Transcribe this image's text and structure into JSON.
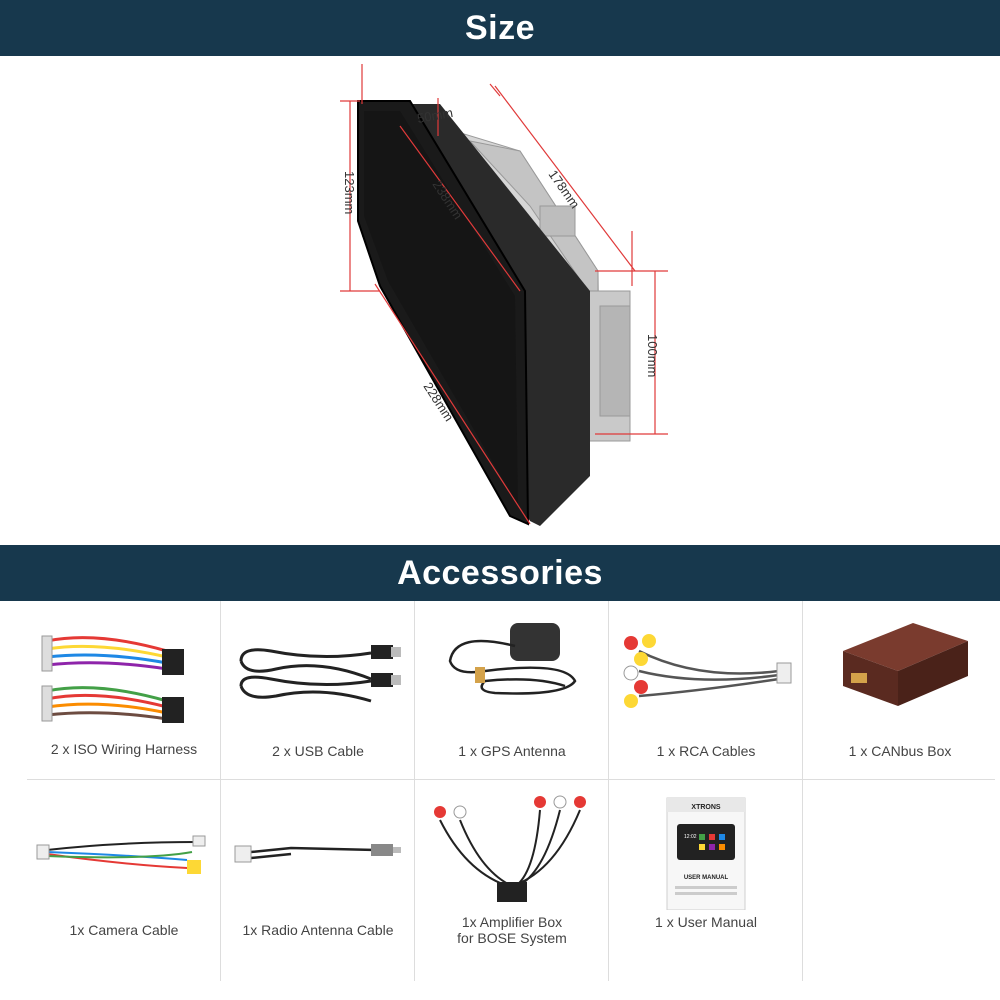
{
  "sections": {
    "size_title": "Size",
    "accessories_title": "Accessories"
  },
  "dimensions": {
    "depth_top": "50mm",
    "length_top": "178mm",
    "height_left": "123mm",
    "diagonal": "238mm",
    "height_right": "100mm",
    "width_bottom": "228mm"
  },
  "accessories": [
    {
      "label": "2 x ISO Wiring Harness",
      "icon": "wiring-harness-icon"
    },
    {
      "label": "2 x USB Cable",
      "icon": "usb-cable-icon"
    },
    {
      "label": "1 x GPS Antenna",
      "icon": "gps-antenna-icon"
    },
    {
      "label": "1 x RCA Cables",
      "icon": "rca-cables-icon"
    },
    {
      "label": "1 x CANbus Box",
      "icon": "canbus-box-icon"
    },
    {
      "label": "1x Camera Cable",
      "icon": "camera-cable-icon"
    },
    {
      "label": "1x Radio Antenna Cable",
      "icon": "radio-antenna-cable-icon"
    },
    {
      "label_line1": "1x Amplifier Box",
      "label_line2": "for BOSE System",
      "icon": "amplifier-box-icon"
    },
    {
      "label": "1 x User Manual",
      "icon": "user-manual-icon"
    }
  ],
  "manual": {
    "brand": "XTRONS",
    "title": "USER MANUAL",
    "clock": "12:02"
  }
}
